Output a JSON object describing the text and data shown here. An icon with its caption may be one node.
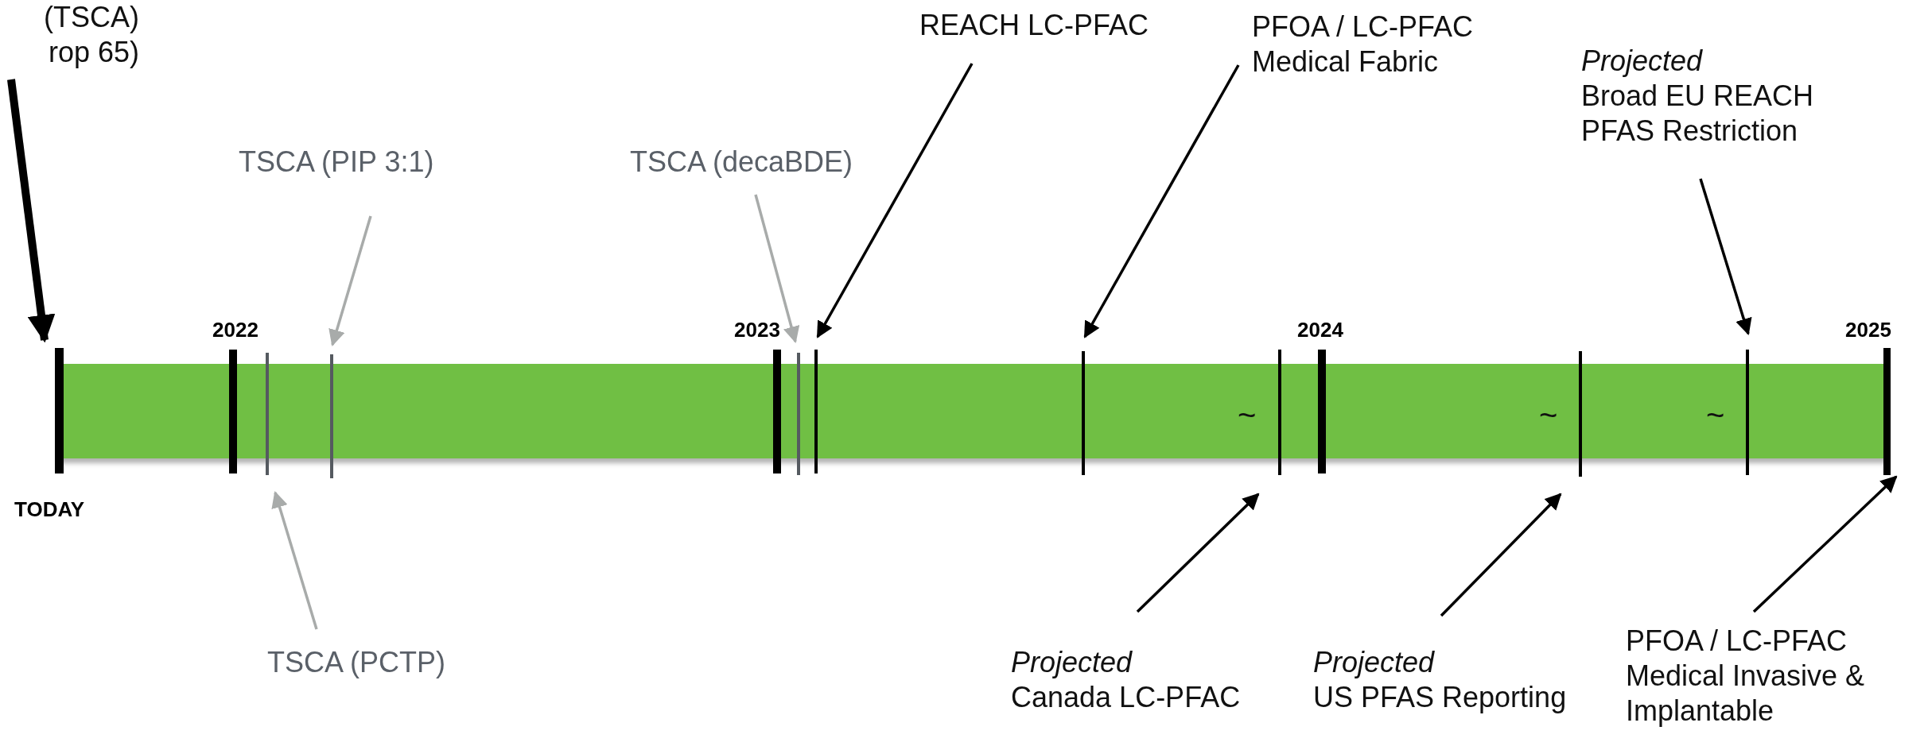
{
  "diagram": {
    "nodes": [
      {
        "text": [
          "(TSCA) rop 65)"
        ]
      },
      {
        "text": [
          "TSCA (PIP 3:1)"
        ]
      },
      {
        "text": [
          "TSCA (decaBDE)"
        ]
      },
      {
        "text": [
          "REACH LC-PFAC"
        ]
      },
      {
        "text": [
          "PFOA / LC-PFAC Medical Fabric"
        ]
      },
      {
        "text": [
          "Projected",
          "Broad EU REACH PFAS Restriction"
        ]
      },
      {
        "text": [],
        "shape": "bar",
        "beside": [
          "TODAY"
        ]
      },
      {
        "text": [],
        "shape": "bar"
      },
      {
        "text": [],
        "shape": "bar"
      },
      {
        "text": [],
        "shape": "bar"
      },
      {
        "text": [],
        "shape": "bar"
      },
      {
        "text": [],
        "shape": "bar"
      },
      {
        "text": [],
        "shape": "bar"
      },
      {
        "text": [],
        "shape": "bar"
      },
      {
        "text": [],
        "shape": "bar"
      },
      {
        "text": [],
        "shape": "bar",
        "beside": [
          "2025"
        ]
      },
      {
        "text": [
          "TSCA (PCTP)"
        ]
      },
      {
        "text": [
          "Projected",
          "Canada LC-PFAC"
        ]
      },
      {
        "text": [
          "Projected",
          "US PFAS Reporting"
        ]
      },
      {
        "text": [
          "PFOA / LC-PFAC Medical Invasive & Implantable"
        ]
      }
    ],
    "edges": [
      {
        "from": 0,
        "to": 6,
        "arrow": "to",
        "style": "thick"
      },
      {
        "from": 1,
        "to": 8,
        "arrow": "to",
        "color": "#a8abaa"
      },
      {
        "from": 16,
        "to": 7,
        "arrow": "to",
        "color": "#a8abaa"
      },
      {
        "from": 2,
        "to": 9,
        "arrow": "to",
        "color": "#a8abaa"
      },
      {
        "from": 3,
        "to": 10,
        "arrow": "to"
      },
      {
        "from": 4,
        "to": 11,
        "arrow": "to"
      },
      {
        "from": 17,
        "to": 12,
        "arrow": "to"
      },
      {
        "from": 18,
        "to": 13,
        "arrow": "to"
      },
      {
        "from": 5,
        "to": 14,
        "arrow": "to"
      },
      {
        "from": 19,
        "to": 15,
        "arrow": "to"
      }
    ],
    "labels": [
      "2022",
      "2023",
      "2024",
      "~",
      "~",
      "~"
    ]
  }
}
